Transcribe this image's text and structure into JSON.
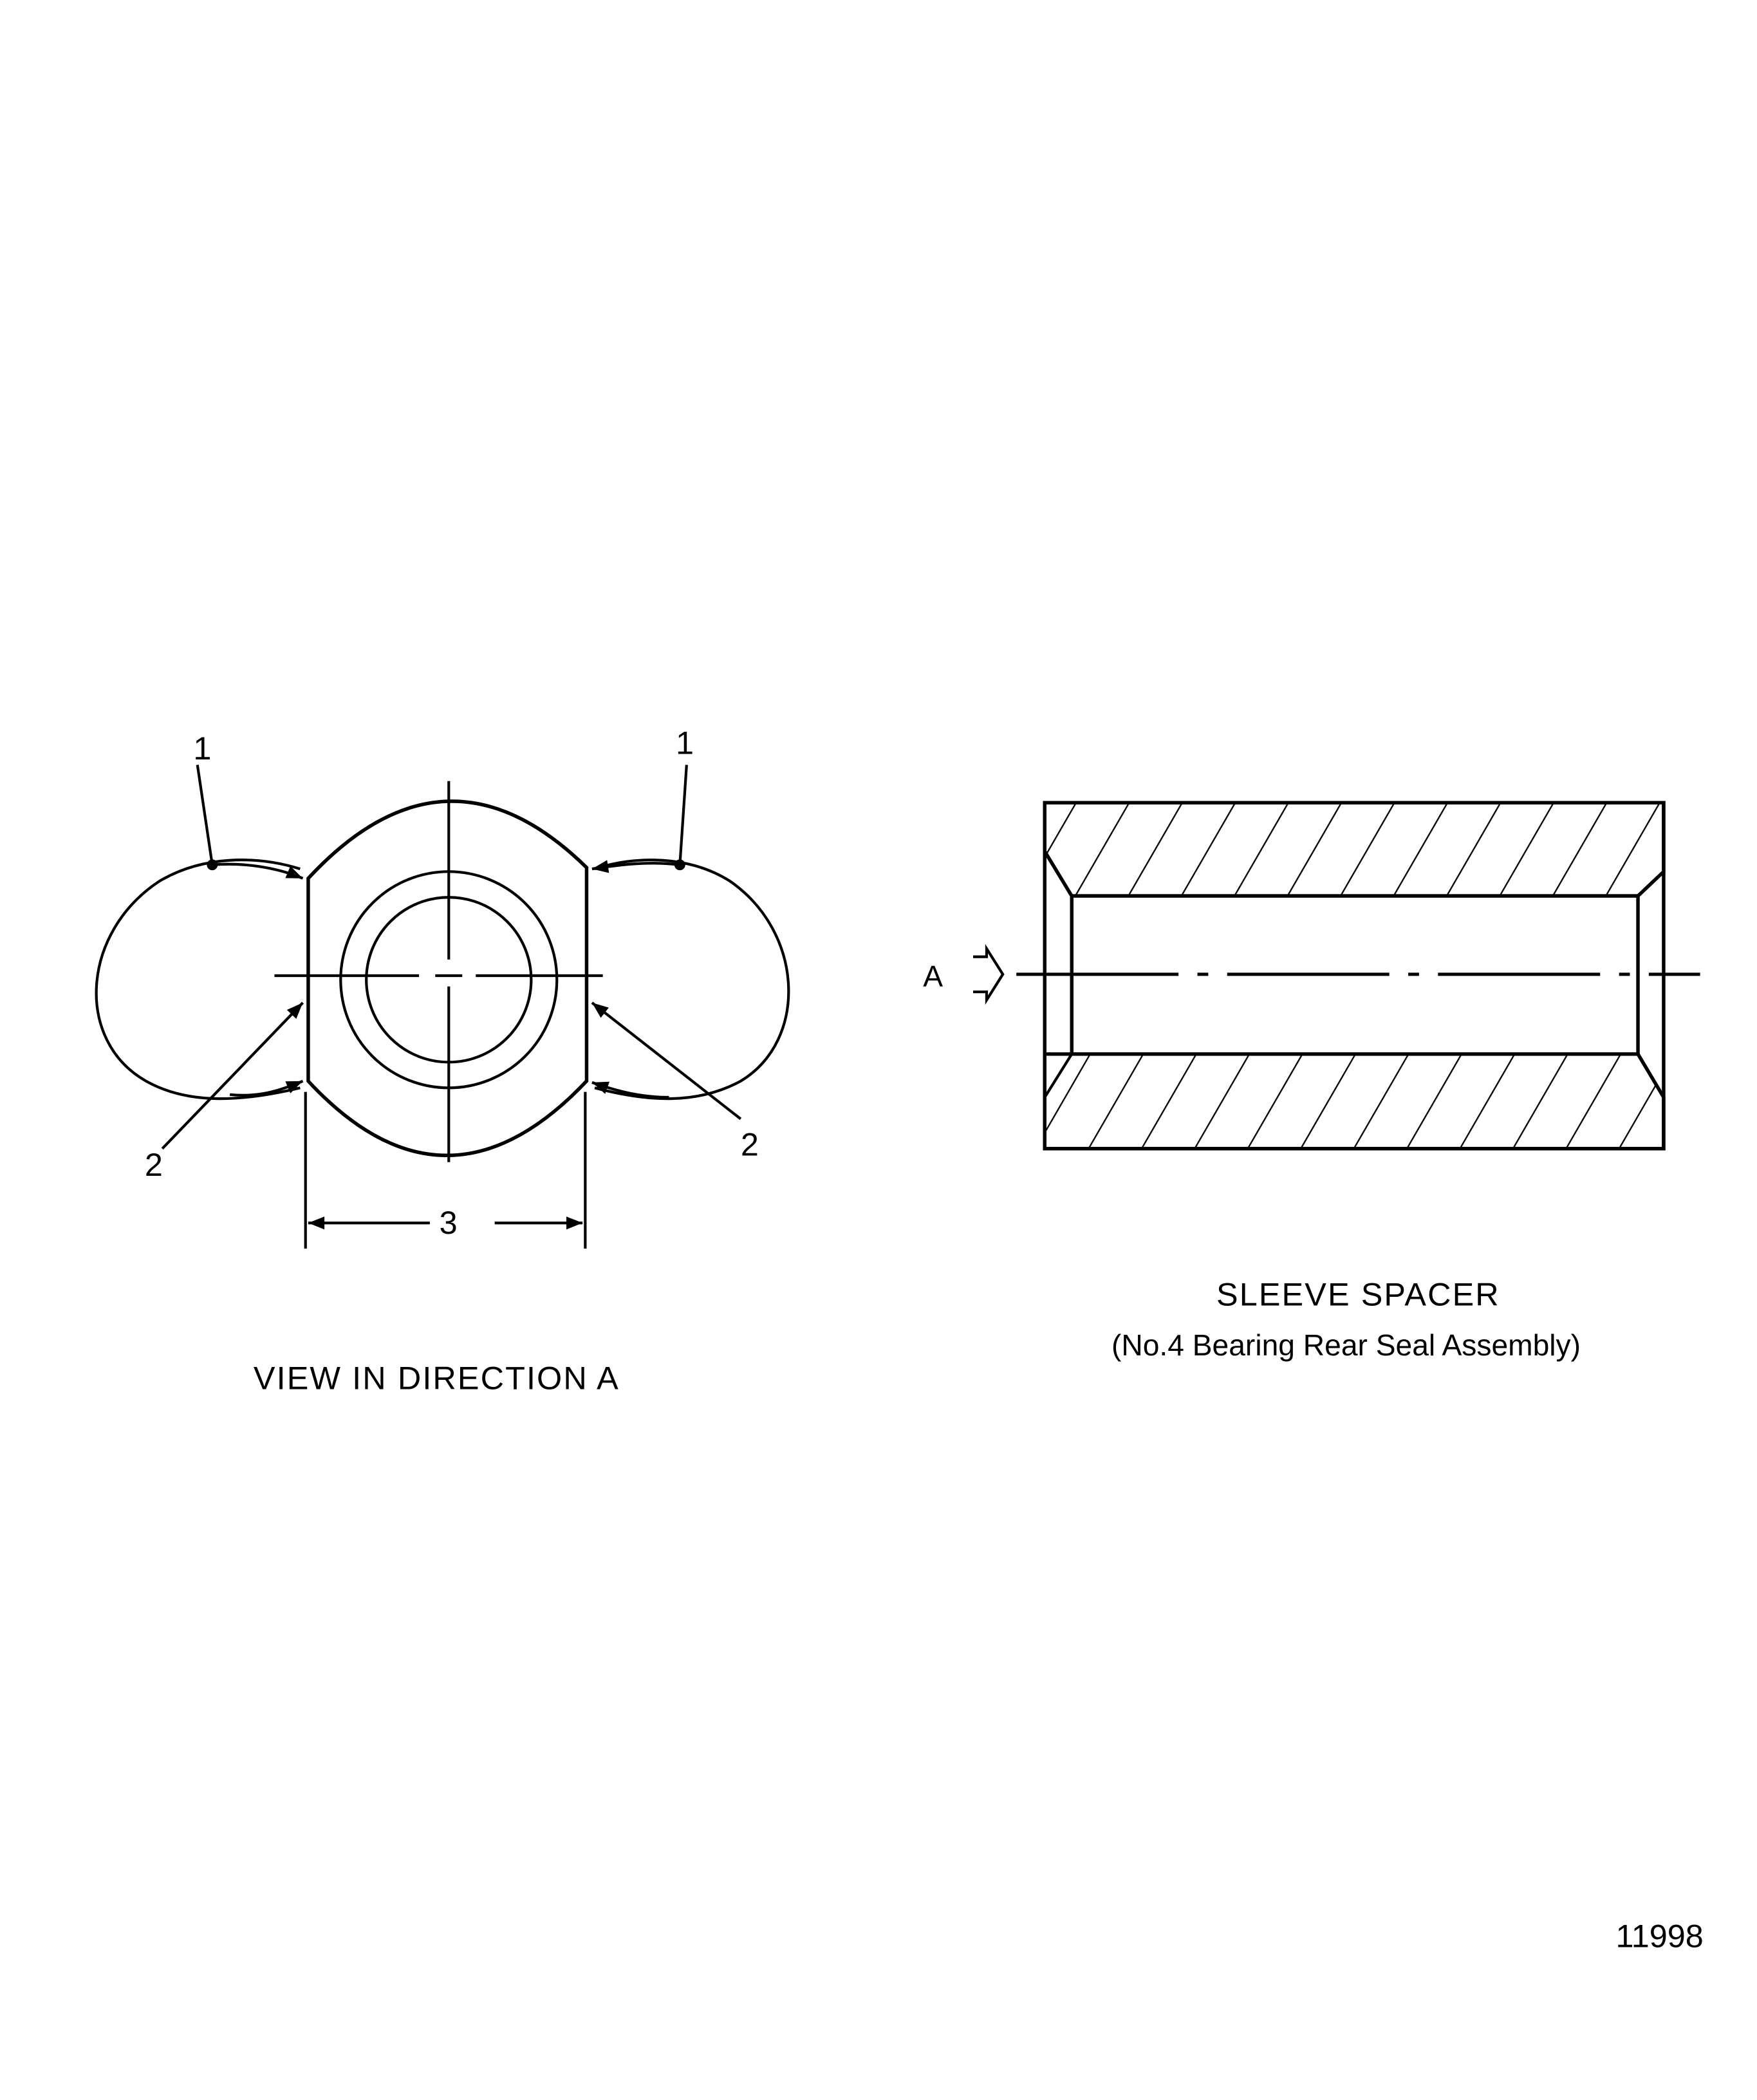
{
  "left_view": {
    "title": "VIEW IN DIRECTION A",
    "callouts": {
      "c1_left": "1",
      "c1_right": "1",
      "c2_left": "2",
      "c2_right": "2",
      "c3": "3"
    }
  },
  "right_view": {
    "title": "SLEEVE SPACER",
    "subtitle": "(No.4 Bearing Rear Seal Assembly)",
    "direction_label": "A"
  },
  "figure_number": "11998",
  "colors": {
    "ink": "#000000",
    "paper": "#ffffff"
  }
}
